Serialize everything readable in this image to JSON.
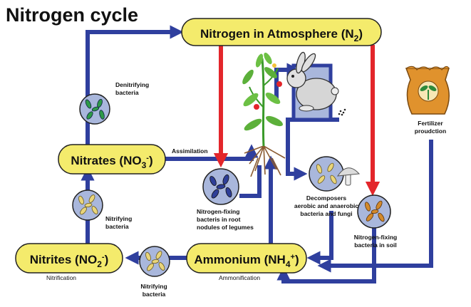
{
  "title": "Nitrogen cycle",
  "nodes": {
    "atmosphere": {
      "main": "Nitrogen in Atmosphere (N",
      "sub": "2",
      "close": ")"
    },
    "nitrates": {
      "main": "Nitrates (NO",
      "sub": "3",
      "sup": "-",
      "close": ")"
    },
    "nitrites": {
      "main": "Nitrites (NO",
      "sub": "2",
      "sup": "-",
      "close": ")"
    },
    "ammonium": {
      "main": "Ammonium (NH",
      "sub": "4",
      "sup": "+",
      "close": ")"
    }
  },
  "labels": {
    "denitrifying_1": "Denitrifying",
    "denitrifying_2": "bacteria",
    "assimilation": "Assimilation",
    "nitrifying_upper_1": "Nitrifying",
    "nitrifying_upper_2": "bacteria",
    "nitrifying_lower_1": "Nitrifying",
    "nitrifying_lower_2": "bacteria",
    "nitrification": "Nitrification",
    "ammonification": "Ammonification",
    "legumes_1": "Nitrogen-fixing",
    "legumes_2": "bacteris in root",
    "legumes_3": "nodules of legumes",
    "decomposers_1": "Decomposers",
    "decomposers_2": "aerobic and anaerobic",
    "decomposers_3": "bacteria and fungi",
    "soil_1": "Nitrogen-fixing",
    "soil_2": "bacteria in soil",
    "fertilizer_1": "Fertilizer",
    "fertilizer_2": "proudction"
  },
  "colors": {
    "flow_arrow": "#2f3f9e",
    "fixation_arrow": "#e3262b",
    "pill_fill": "#f4eb6c",
    "pill_stroke": "#222222",
    "circle_fill": "#a9b7dc",
    "bacteria_green": "#2e9a48",
    "bacteria_blue": "#2e3f98",
    "bacteria_yellow": "#e9d57a",
    "bacteria_orange": "#d38a2c"
  }
}
